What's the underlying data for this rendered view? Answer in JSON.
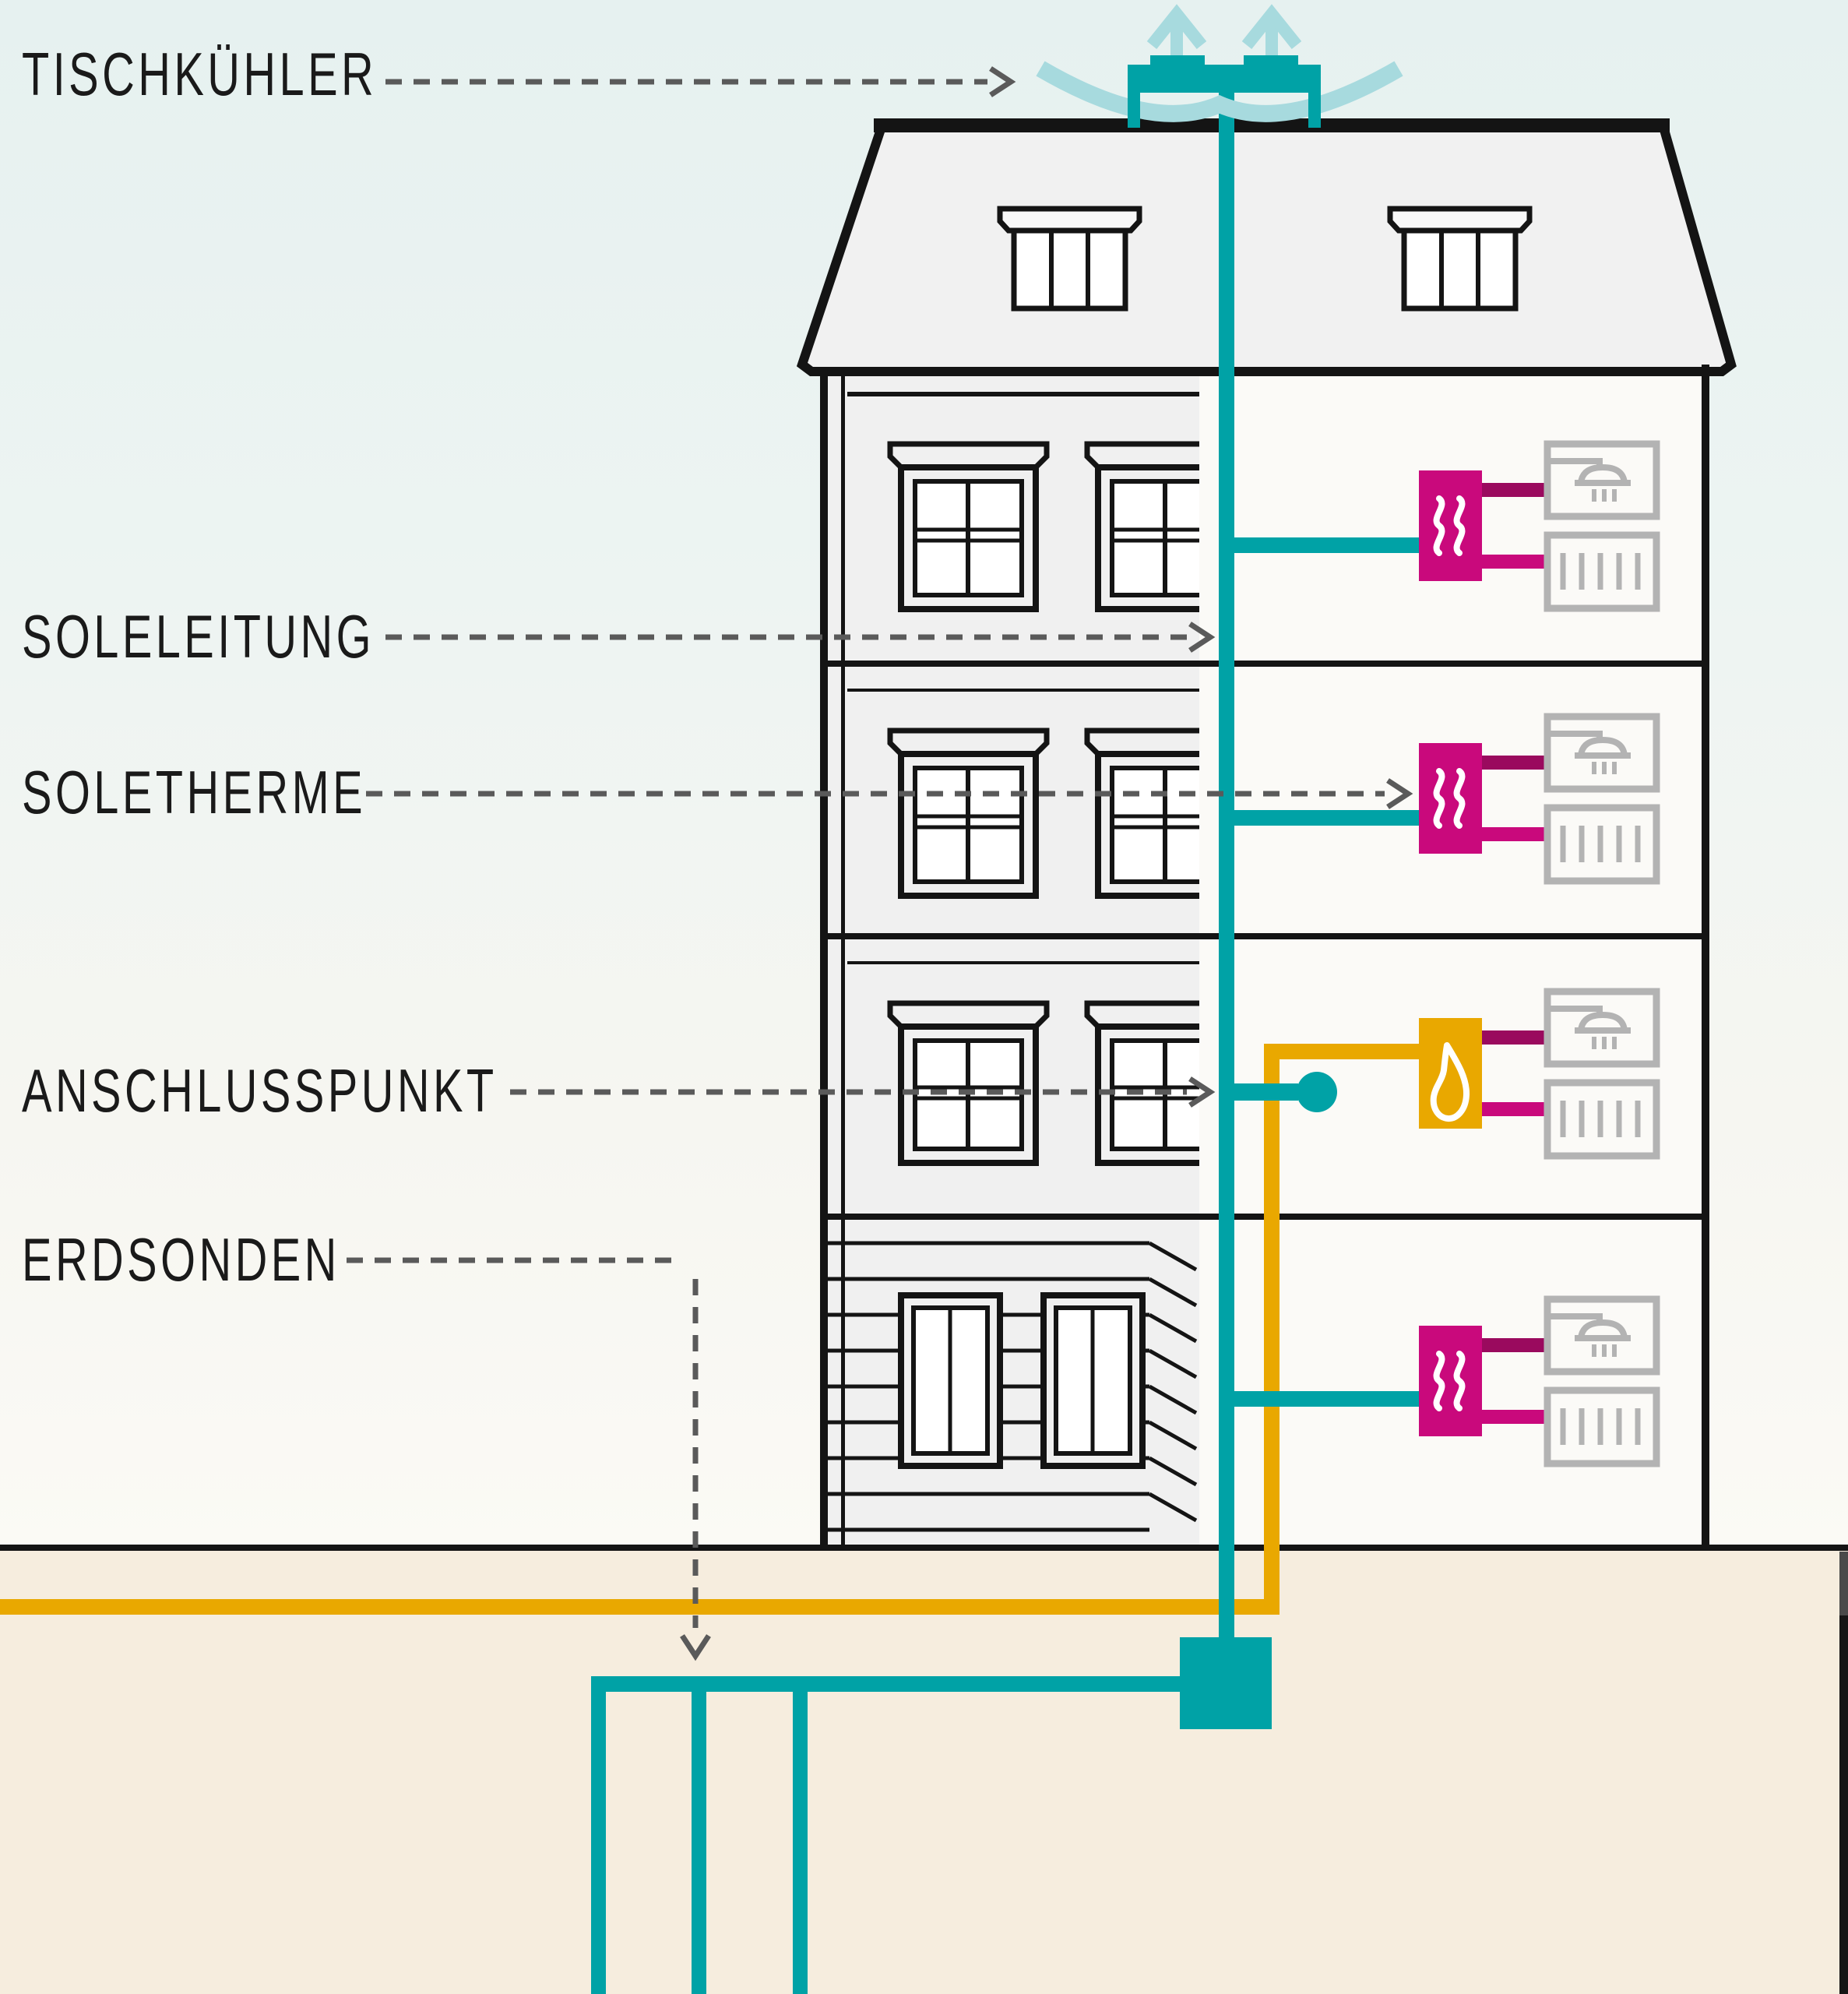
{
  "diagram": {
    "title_hint": "Cutaway diagram of an apartment building with a brine (geothermal) heating and cooling network",
    "labels": {
      "tischkuehler": {
        "text": "TISCHKÜHLER"
      },
      "soleleitung": {
        "text": "SOLELEITUNG"
      },
      "soletherme": {
        "text": "SOLETHERME"
      },
      "anschlusspunkt": {
        "text": "ANSCHLUSSPUNKT"
      },
      "erdsonden": {
        "text": "ERDSONDEN"
      }
    },
    "colors": {
      "teal": "#00a2a6",
      "tealLight": "#a7dade",
      "orange": "#e9a800",
      "magenta": "#c9097c",
      "magentaDark": "#9a0a5e",
      "ink": "#1a1a1a",
      "line": "#141414",
      "dash": "#5a5a5a",
      "iconGray": "#b3b3b3",
      "skyTop": "#e6f1f0",
      "skyBottom": "#fbfaf5",
      "ground": "#f6edde",
      "facade": "#f0f0f0",
      "interior": "#fbfaf7",
      "roof": "#f1f1f1",
      "pane": "#ffffff",
      "credit": "#161616"
    },
    "icons": [
      "roof-cooler-icon",
      "air-arrow-up-icon",
      "airflow-swoosh-icon",
      "heat-waves-icon",
      "flame-icon",
      "shower-icon",
      "radiator-icon",
      "connection-dot-icon",
      "junction-box-icon",
      "dashed-pointer-arrow-icon"
    ]
  }
}
